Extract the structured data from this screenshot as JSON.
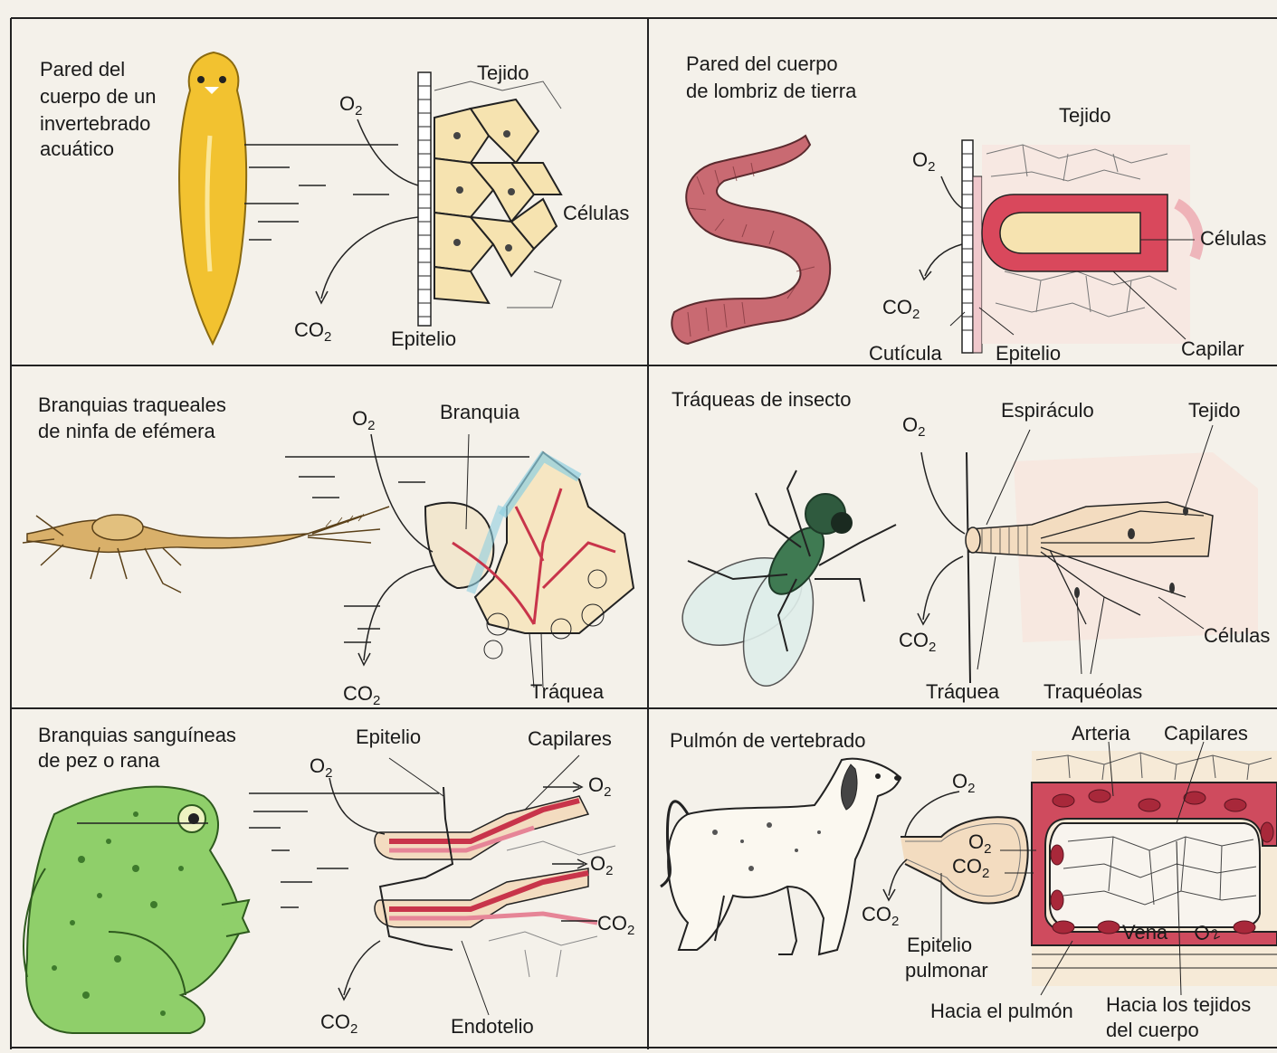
{
  "panels": {
    "p1": {
      "title": [
        "Pared del",
        "cuerpo de un",
        "invertebrado",
        "acuático"
      ],
      "labels": {
        "tejido": "Tejido",
        "o2": "O",
        "celulas": "Células",
        "co2": "CO",
        "epitelio": "Epitelio"
      }
    },
    "p2": {
      "title": [
        "Pared del cuerpo",
        "de lombriz de tierra"
      ],
      "labels": {
        "tejido": "Tejido",
        "o2": "O",
        "celulas": "Células",
        "co2": "CO",
        "cuticula": "Cutícula",
        "epitelio": "Epitelio",
        "capilar": "Capilar"
      }
    },
    "p3": {
      "title": [
        "Branquias traqueales",
        "de ninfa de efémera"
      ],
      "labels": {
        "o2": "O",
        "branquia": "Branquia",
        "co2": "CO",
        "traquea": "Tráquea"
      }
    },
    "p4": {
      "title": [
        "Tráqueas de insecto"
      ],
      "labels": {
        "o2": "O",
        "espiraculo": "Espiráculo",
        "tejido": "Tejido",
        "celulas": "Células",
        "co2": "CO",
        "traquea": "Tráquea",
        "traqueolas": "Traquéolas"
      }
    },
    "p5": {
      "title": [
        "Branquias sanguíneas",
        "de pez o rana"
      ],
      "labels": {
        "epitelio": "Epitelio",
        "capilares": "Capilares",
        "o2a": "O",
        "o2b": "O",
        "o2c": "O",
        "co2a": "CO",
        "co2b": "CO",
        "endotelio": "Endotelio"
      }
    },
    "p6": {
      "title": [
        "Pulmón de vertebrado"
      ],
      "labels": {
        "arteria": "Arteria",
        "capilares": "Capilares",
        "o2a": "O",
        "o2b": "O",
        "o2c": "O",
        "co2a": "CO",
        "co2b": "CO",
        "vena": "Vena",
        "epitelio1": "Epitelio",
        "epitelio2": "pulmonar",
        "hacia_pulmon": "Hacia el pulmón",
        "hacia_tejidos1": "Hacia los tejidos",
        "hacia_tejidos2": "del cuerpo"
      }
    },
    "subscript": "2"
  },
  "colors": {
    "flatworm": "#f2c230",
    "earthworm": "#c96a72",
    "blood": "#c8344a",
    "cells": "#f6e3b0",
    "frog": "#8fcf6a",
    "fly": "#3f7a52",
    "water": "#a9d3e6"
  }
}
